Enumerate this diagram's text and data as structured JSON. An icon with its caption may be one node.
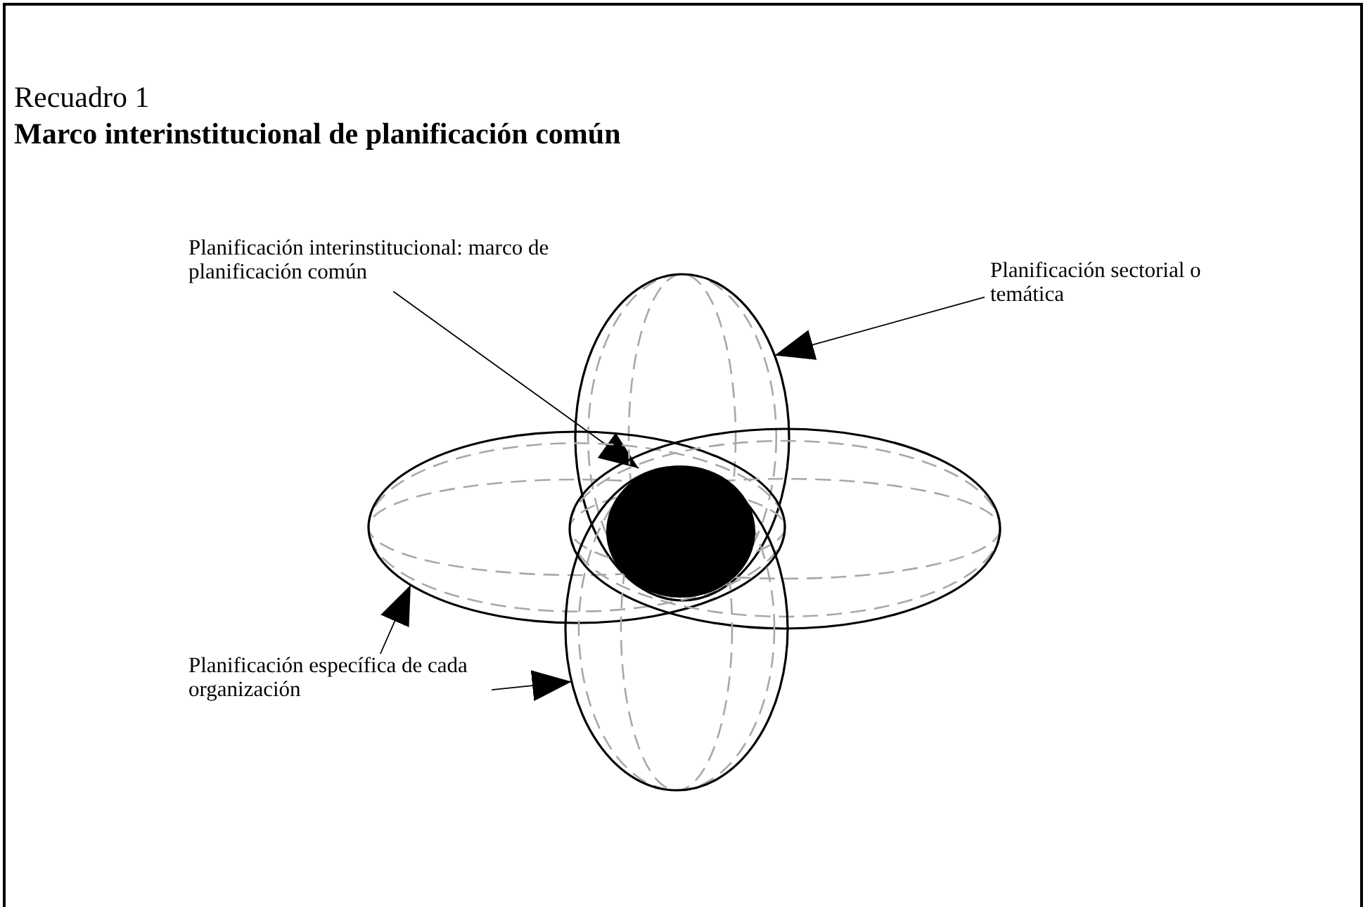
{
  "diagram": {
    "title": "Marco interinstitucional de planificación común",
    "labels": [
      "Recuadro 1"
    ],
    "nodes": [
      {
        "text": [
          "Planificación interinstitucional: marco de planificación común"
        ]
      },
      {
        "text": [
          "Planificación sectorial o temática"
        ]
      },
      {
        "text": [
          "Planificación específica de cada organización"
        ]
      },
      {
        "text": [],
        "shape": "ellipse"
      },
      {
        "text": [],
        "shape": "ellipse"
      },
      {
        "text": [],
        "shape": "ellipse"
      },
      {
        "text": [],
        "shape": "ellipse"
      },
      {
        "text": [],
        "shape": "ellipse"
      }
    ],
    "edges": [
      {
        "from": 0,
        "to": 7,
        "arrow": "to"
      },
      {
        "from": 1,
        "to": 3,
        "arrow": "to"
      },
      {
        "from": 2,
        "to": 4,
        "arrow": "to"
      },
      {
        "from": 2,
        "to": 6,
        "arrow": "to"
      }
    ]
  }
}
